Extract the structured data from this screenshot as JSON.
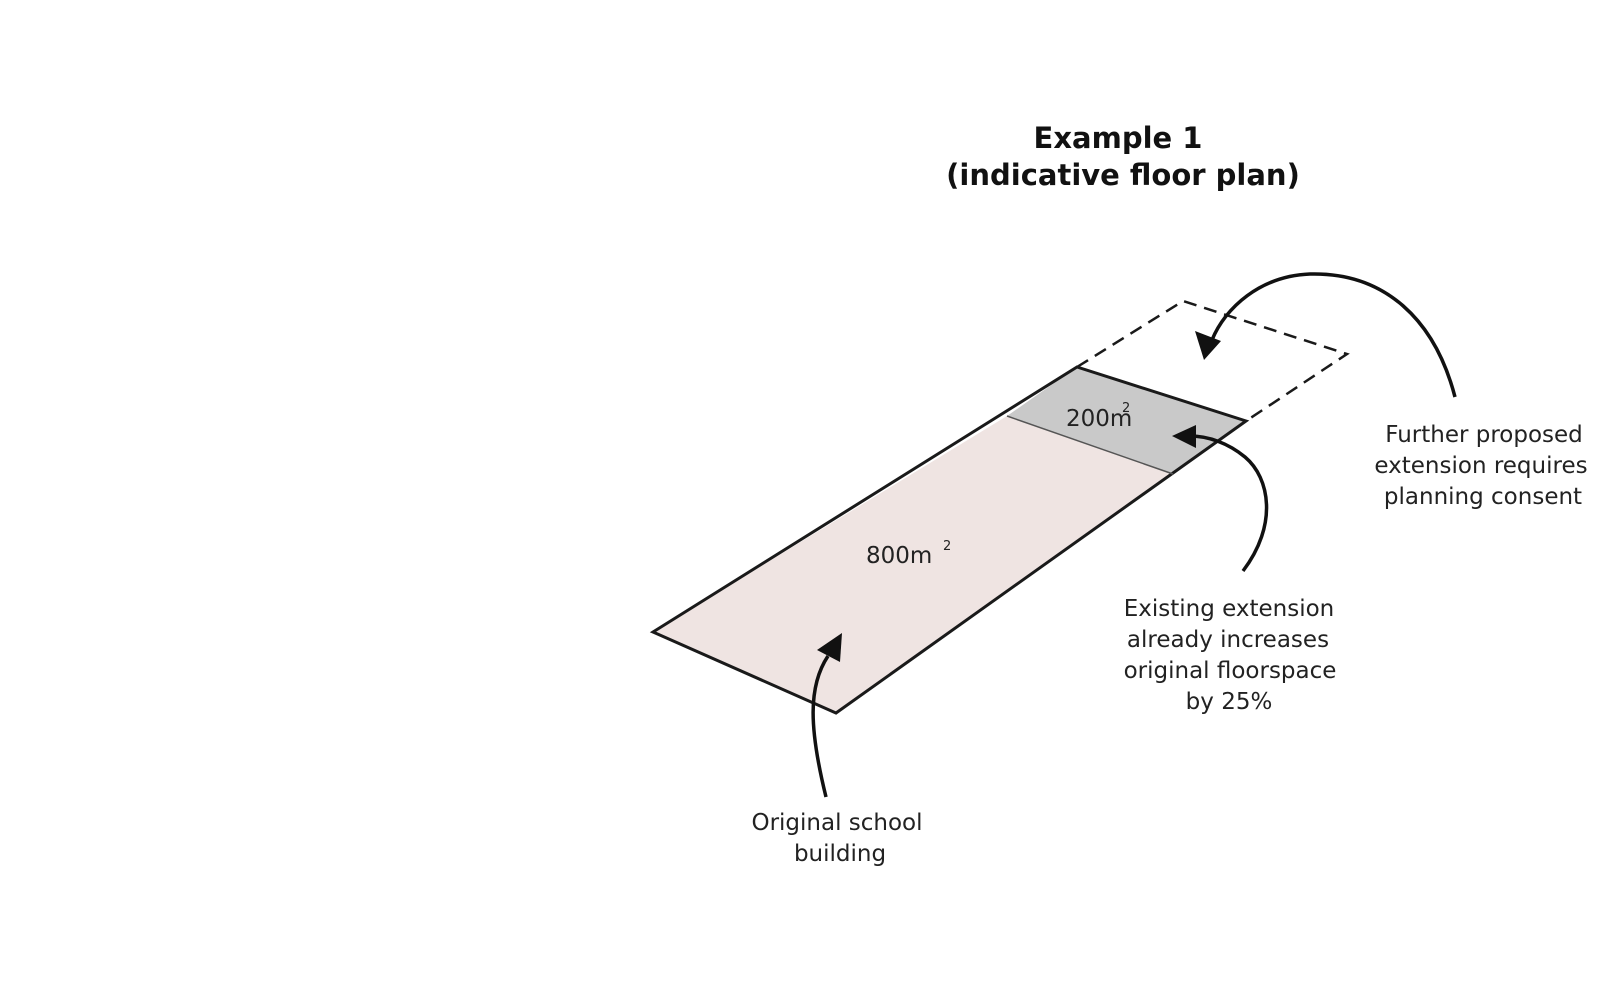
{
  "title": {
    "line1": "Example 1",
    "line2": "(indicative floor plan)"
  },
  "areas": {
    "original": {
      "value": "800m",
      "sup": "2",
      "fill": "#efe4e2"
    },
    "existing_extension": {
      "value": "200m",
      "sup": "2",
      "fill": "#c9c9c9"
    }
  },
  "callouts": {
    "proposed_extension": [
      "Further proposed",
      "extension requires",
      "planning consent"
    ],
    "existing_extension": [
      "Existing extension",
      "already increases",
      "original floorspace",
      "by 25%"
    ],
    "original_building": [
      "Original school",
      "building"
    ]
  },
  "colors": {
    "outline": "#1a1a1a",
    "text": "#222222"
  }
}
